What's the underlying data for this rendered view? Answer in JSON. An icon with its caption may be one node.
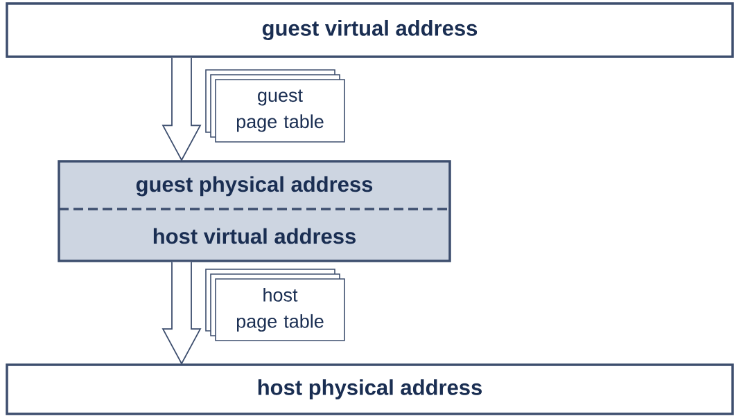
{
  "diagram": {
    "nodes": [
      {
        "text": [
          "guest virtual address"
        ]
      },
      {
        "text": [
          "guest page table"
        ]
      },
      {
        "text": [
          "guest physical address",
          "host virtual address"
        ]
      },
      {
        "text": [
          "host page table"
        ]
      },
      {
        "text": [
          "host physical address"
        ]
      }
    ],
    "edges": [
      {
        "from": 0,
        "to": 2,
        "arrow": "to"
      },
      {
        "from": 2,
        "to": 4,
        "arrow": "to"
      }
    ]
  }
}
